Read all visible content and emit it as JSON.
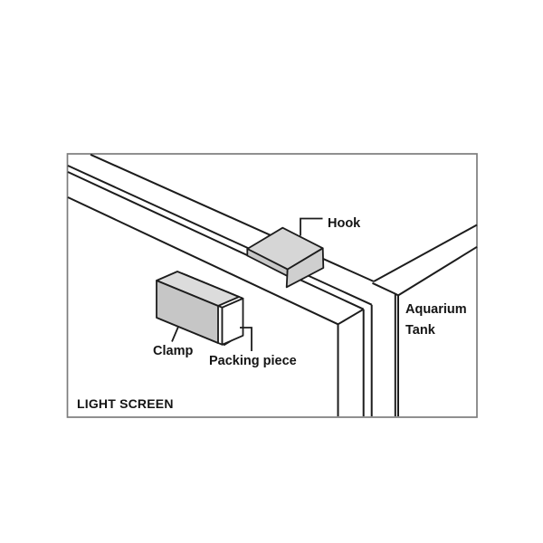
{
  "figure": {
    "labels": {
      "hook": "Hook",
      "clamp": "Clamp",
      "packing_piece": "Packing piece",
      "aquarium_tank_line1": "Aquarium",
      "aquarium_tank_line2": "Tank",
      "light_screen": "LIGHT SCREEN"
    },
    "colors": {
      "line": "#1c1c1c",
      "frame": "#7d7d7d",
      "background": "#ffffff",
      "hook_top": "#d6d6d6",
      "hook_side": "#c9c9c9",
      "hook_lip": "#cfcfcf",
      "clamp_top": "#dcdcdc",
      "clamp_front": "#c6c6c6",
      "packing": "#cdcdcd",
      "gap_white": "#ffffff"
    }
  }
}
